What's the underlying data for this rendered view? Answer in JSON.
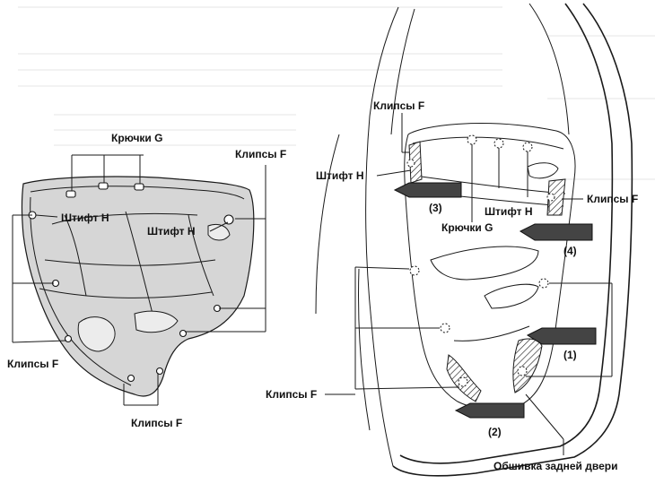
{
  "labels": {
    "hooks_g_left": "Крючки G",
    "clips_f_top_right_left": "Клипсы F",
    "pin_h_left_1": "Штифт H",
    "pin_h_left_2": "Штифт H",
    "clips_f_left_side": "Клипсы F",
    "clips_f_bottom_left": "Клипсы F",
    "clips_f_top_right": "Клипсы F",
    "pin_h_right_1": "Штифт H",
    "pin_h_right_2": "Штифт H",
    "clips_f_right_side": "Клипсы F",
    "hooks_g_right": "Крючки G",
    "clips_f_bottom_right": "Клипсы F",
    "rear_door_trim": "Обшивка задней двери"
  },
  "step_numbers": {
    "step_1": "(1)",
    "step_2": "(2)",
    "step_3": "(3)",
    "step_4": "(4)"
  }
}
